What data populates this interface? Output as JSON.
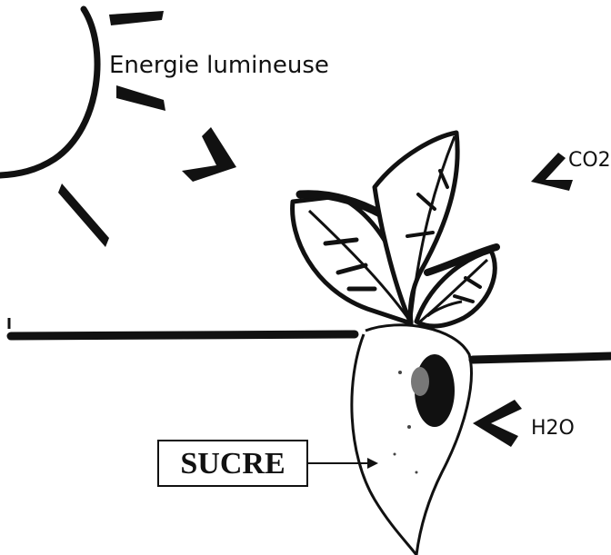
{
  "labels": {
    "light_energy": "Energie lumineuse",
    "co2": "CO2",
    "h2o": "H2O",
    "sugar": "SUCRE"
  },
  "colors": {
    "ink": "#111111",
    "background": "#ffffff"
  }
}
